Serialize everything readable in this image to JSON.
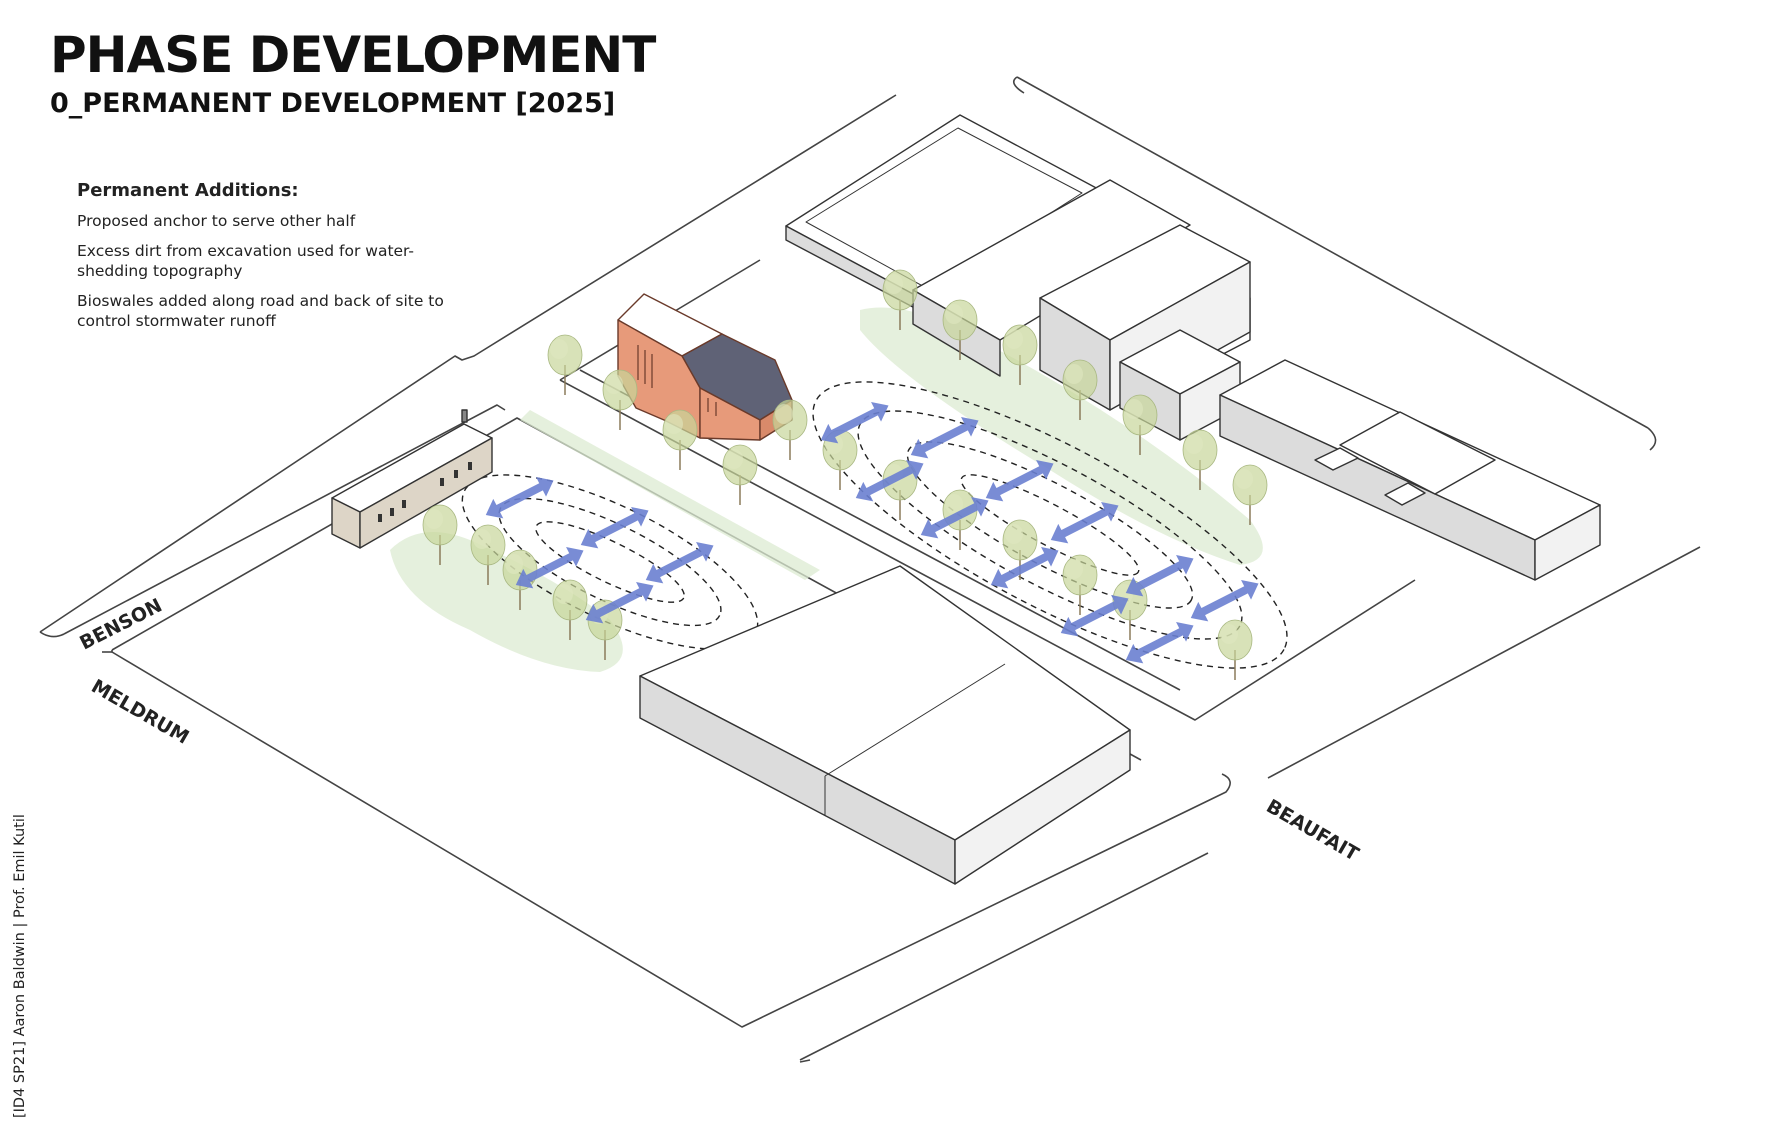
{
  "title": "PHASE DEVELOPMENT",
  "subtitle": "0_PERMANENT DEVELOPMENT [2025]",
  "legend": {
    "heading": "Permanent Additions:",
    "items": [
      "Proposed anchor to serve other half",
      "Excess dirt from excavation used for water-shedding topography",
      "Bioswales added along road and back of site to control stormwater runoff"
    ]
  },
  "streets": {
    "benson": "BENSON",
    "meldrum": "MELDRUM",
    "beaufait": "BEAUFAIT"
  },
  "credit": "[ID4 SP21] Aaron Baldwin | Prof. Emil Kutil",
  "colors": {
    "lines": "#333333",
    "roof_light": "#ffffff",
    "wall_light": "#f2f2f2",
    "wall_dark": "#dcdcdc",
    "bioswale": "#dcebd2",
    "tree_canopy": "#c7d69a",
    "anchor_brick": "#e79a7a",
    "anchor_roof_dark": "#5f6276",
    "existing_building_wall": "#ddd5c7",
    "flow_arrow": "#6a7fd0"
  },
  "icons": {
    "flow_arrow": "double-headed-flow-arrow-icon",
    "tree": "tree-icon"
  }
}
